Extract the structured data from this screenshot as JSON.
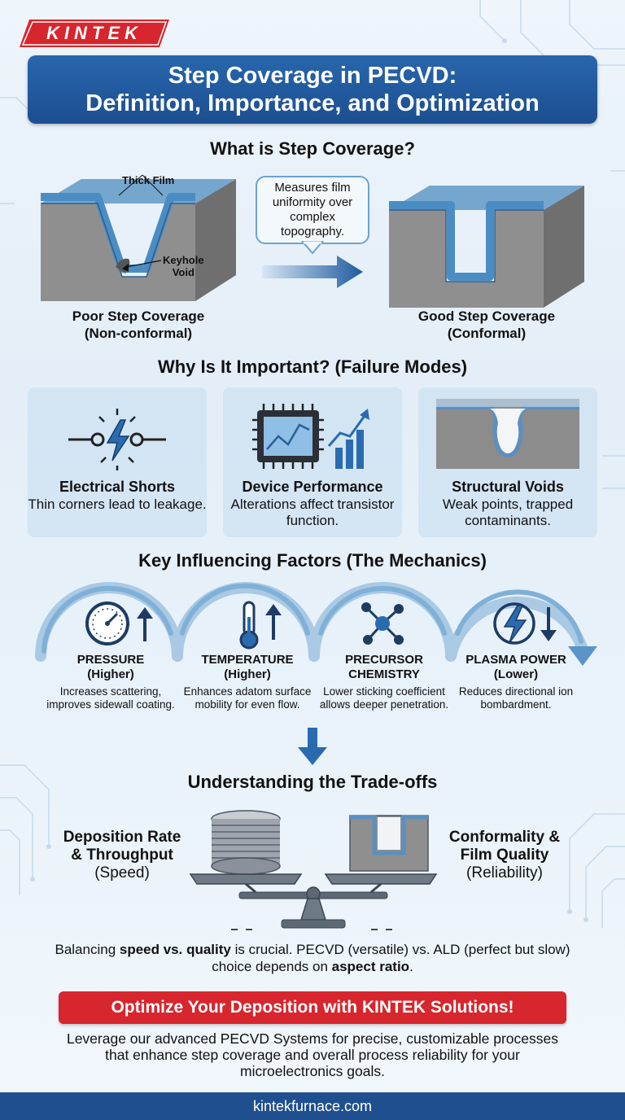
{
  "brand": {
    "name": "KINTEK",
    "red": "#d7262d",
    "blue": "#1f4f8e"
  },
  "title": {
    "line1": "Step Coverage in PECVD:",
    "line2": "Definition, Importance, and Optimization"
  },
  "definition": {
    "heading": "What is Step Coverage?",
    "thick_film_label": "Thick Film",
    "keyhole_label": "Keyhole\nVoid",
    "bubble_text": "Measures film uniformity over complex topography.",
    "poor": {
      "line1": "Poor Step Coverage",
      "line2": "(Non-conformal)"
    },
    "good": {
      "line1": "Good Step Coverage",
      "line2": "(Conformal)"
    }
  },
  "failure_modes": {
    "heading": "Why Is It Important? (Failure Modes)",
    "cards": [
      {
        "icon": "electrical-short-icon",
        "title": "Electrical Shorts",
        "desc": "Thin corners lead to leakage."
      },
      {
        "icon": "chip-chart-icon",
        "title": "Device Performance",
        "desc": "Alterations affect transistor function."
      },
      {
        "icon": "void-trench-icon",
        "title": "Structural Voids",
        "desc": "Weak points, trapped contaminants."
      }
    ]
  },
  "factors": {
    "heading": "Key Influencing Factors (The Mechanics)",
    "items": [
      {
        "icon": "gauge-icon",
        "trend": "up",
        "title": "PRESSURE",
        "sub": "(Higher)",
        "desc": "Increases scattering, improves sidewall coating."
      },
      {
        "icon": "thermometer-icon",
        "trend": "up",
        "title": "TEMPERATURE",
        "sub": "(Higher)",
        "desc": "Enhances adatom surface mobility for even flow."
      },
      {
        "icon": "molecule-icon",
        "trend": "none",
        "title": "PRECURSOR",
        "sub": "CHEMISTRY",
        "desc": "Lower sticking coefficient allows deeper penetration."
      },
      {
        "icon": "lightning-icon",
        "trend": "down",
        "title": "PLASMA POWER",
        "sub": "(Lower)",
        "desc": "Reduces directional ion bombardment."
      }
    ]
  },
  "tradeoffs": {
    "heading": "Understanding the Trade-offs",
    "left": {
      "line1": "Deposition Rate",
      "line2": "& Throughput",
      "line3": "(Speed)"
    },
    "right": {
      "line1": "Conformality &",
      "line2": "Film Quality",
      "line3": "(Reliability)"
    },
    "summary": {
      "p1": "Balancing ",
      "b1": "speed vs. quality",
      "p2": " is crucial. PECVD (versatile) vs. ALD (perfect but slow) choice depends on ",
      "b2": "aspect ratio",
      "p3": "."
    }
  },
  "cta": {
    "headline": "Optimize Your Deposition with KINTEK Solutions!",
    "desc": "Leverage our advanced PECVD Systems for precise, customizable processes that enhance step coverage and overall process reliability for your microelectronics goals."
  },
  "footer": {
    "url": "kintekfurnace.com"
  }
}
